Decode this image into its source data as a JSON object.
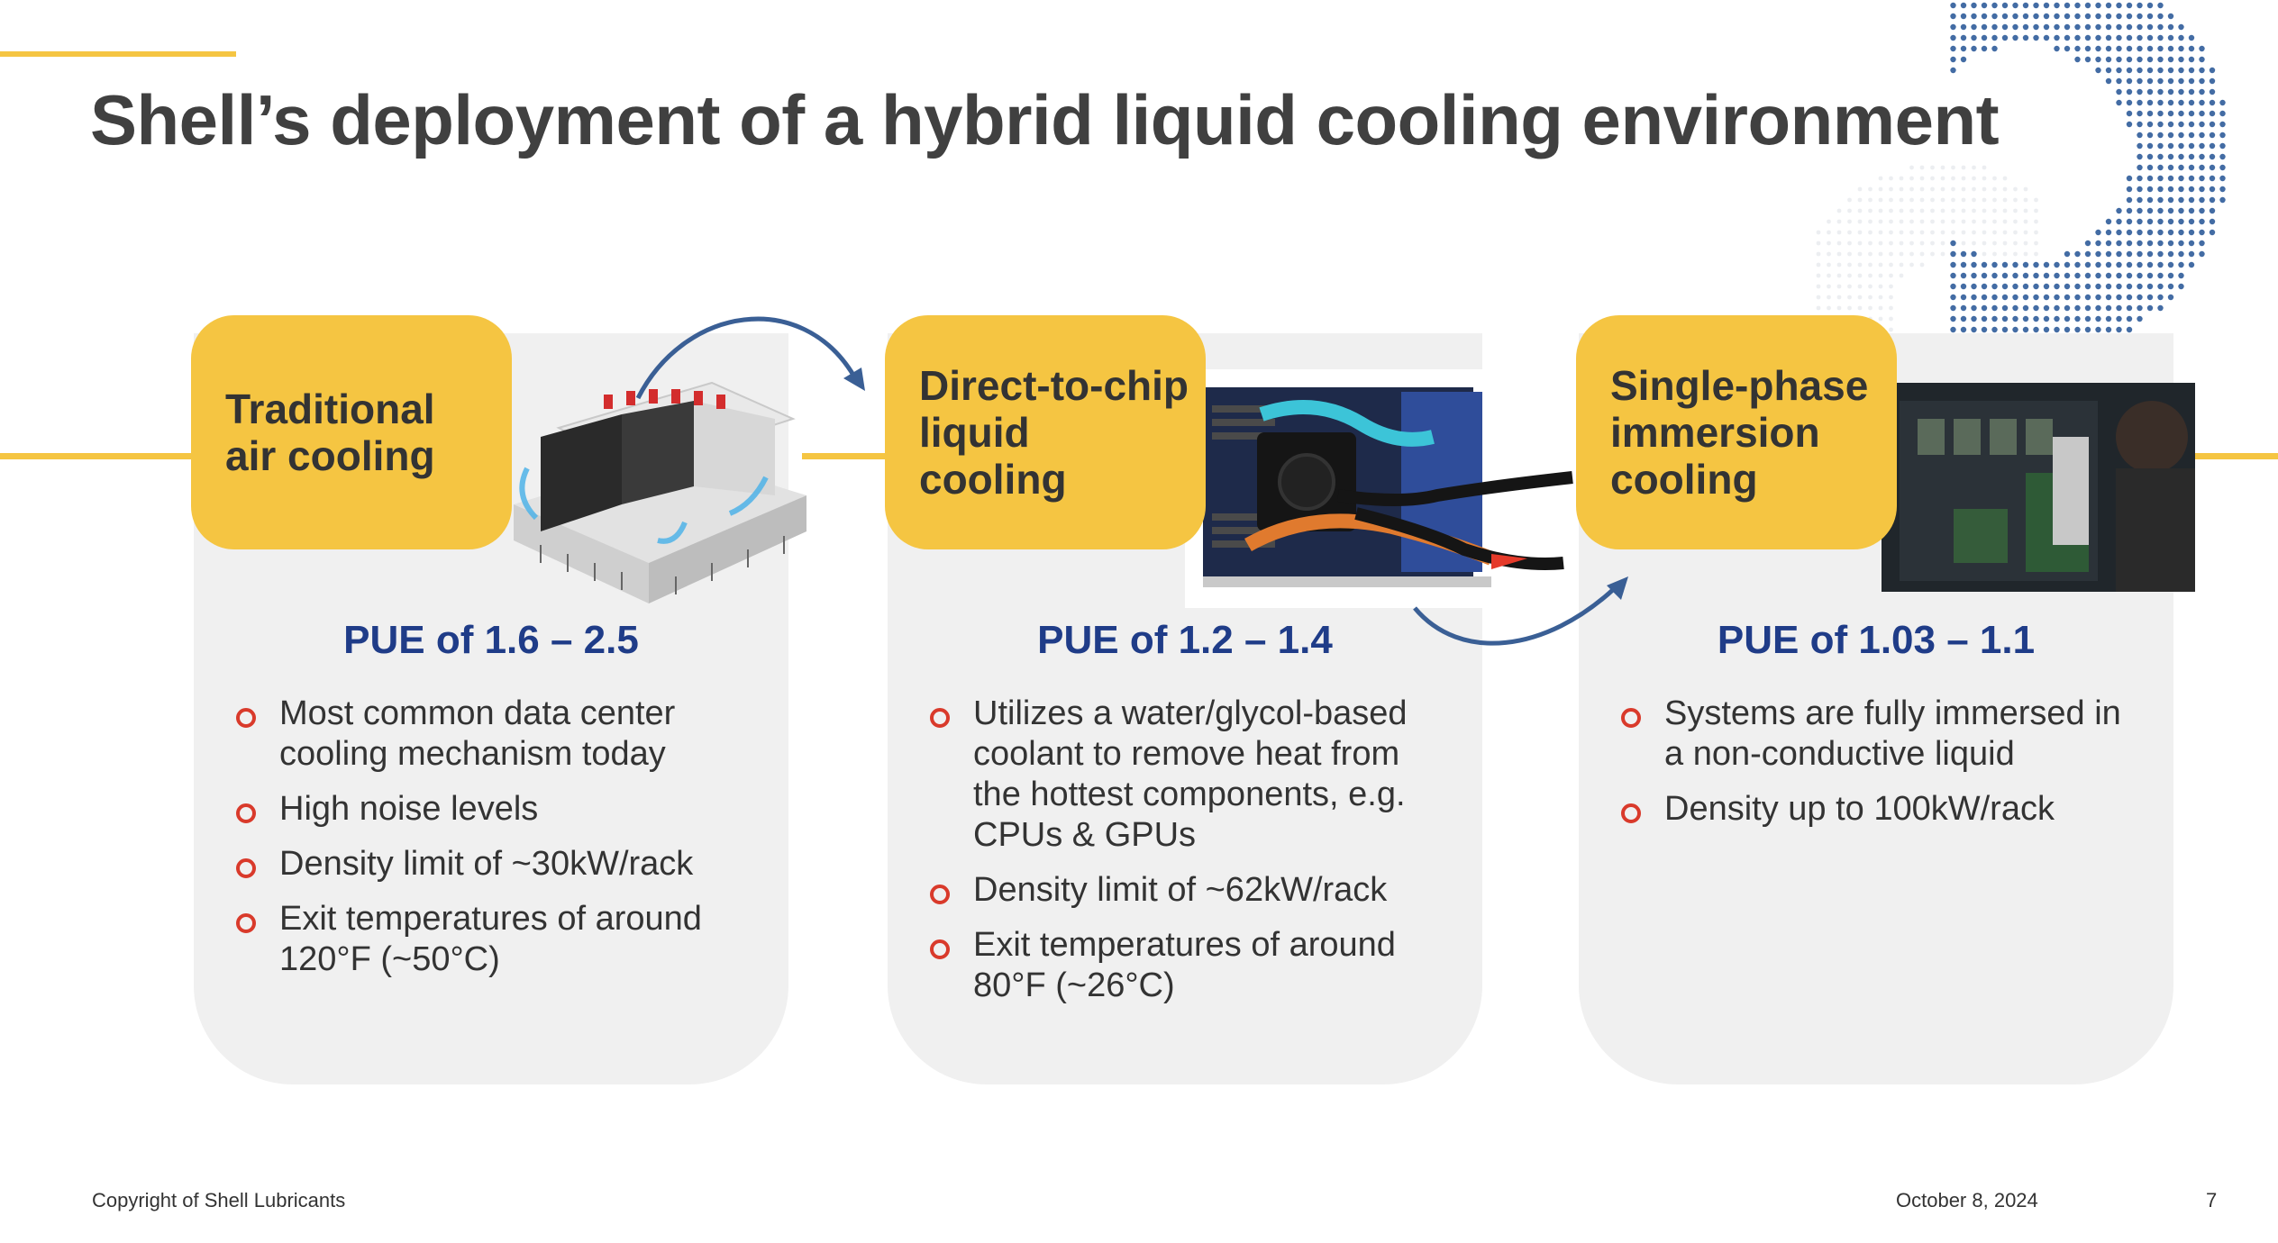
{
  "slide": {
    "title": "Shell’s deployment of a hybrid liquid cooling environment",
    "colors": {
      "accent_yellow": "#F5C542",
      "pue_blue": "#1F3C88",
      "bullet_red": "#D93A2B",
      "card_gray": "#F0F0F0",
      "arrow_blue": "#3A5F95"
    }
  },
  "cards": [
    {
      "tab_lines": [
        "Traditional",
        "air cooling"
      ],
      "image_icon": "data-center-air-cooling-image",
      "pue": "PUE of 1.6 – 2.5",
      "bullets": [
        [
          "Most common data center",
          "cooling mechanism today"
        ],
        [
          "High noise levels"
        ],
        [
          "Density limit of ~30kW/rack"
        ],
        [
          "Exit temperatures of around",
          "120°F (~50°C)"
        ]
      ]
    },
    {
      "tab_lines": [
        "Direct-to-chip",
        "liquid",
        "cooling"
      ],
      "image_icon": "server-liquid-cooling-image",
      "pue": "PUE of 1.2 – 1.4",
      "bullets": [
        [
          "Utilizes a water/glycol-based",
          "coolant to remove heat from",
          "the hottest components, e.g.",
          "CPUs & GPUs"
        ],
        [
          "Density limit of ~62kW/rack"
        ],
        [
          "Exit temperatures of around",
          "80°F (~26°C)"
        ]
      ]
    },
    {
      "tab_lines": [
        "Single-phase",
        "immersion",
        "cooling"
      ],
      "image_icon": "immersion-cooling-photo",
      "pue": "PUE of 1.03 – 1.1",
      "bullets": [
        [
          "Systems are fully immersed in",
          "a non-conductive liquid"
        ],
        [
          "Density up to 100kW/rack"
        ]
      ]
    }
  ],
  "footer": {
    "copyright": "Copyright of Shell Lubricants",
    "date": "October 8, 2024",
    "page_number": "7"
  }
}
